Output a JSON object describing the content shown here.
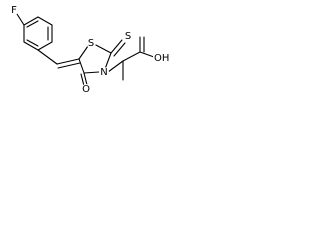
{
  "labels": {
    "fluorine": "F",
    "ring_sulfur": "S",
    "thione_sulfur": "S",
    "nitrogen": "N",
    "oxygen": "O",
    "hydroxyl": "OH"
  }
}
